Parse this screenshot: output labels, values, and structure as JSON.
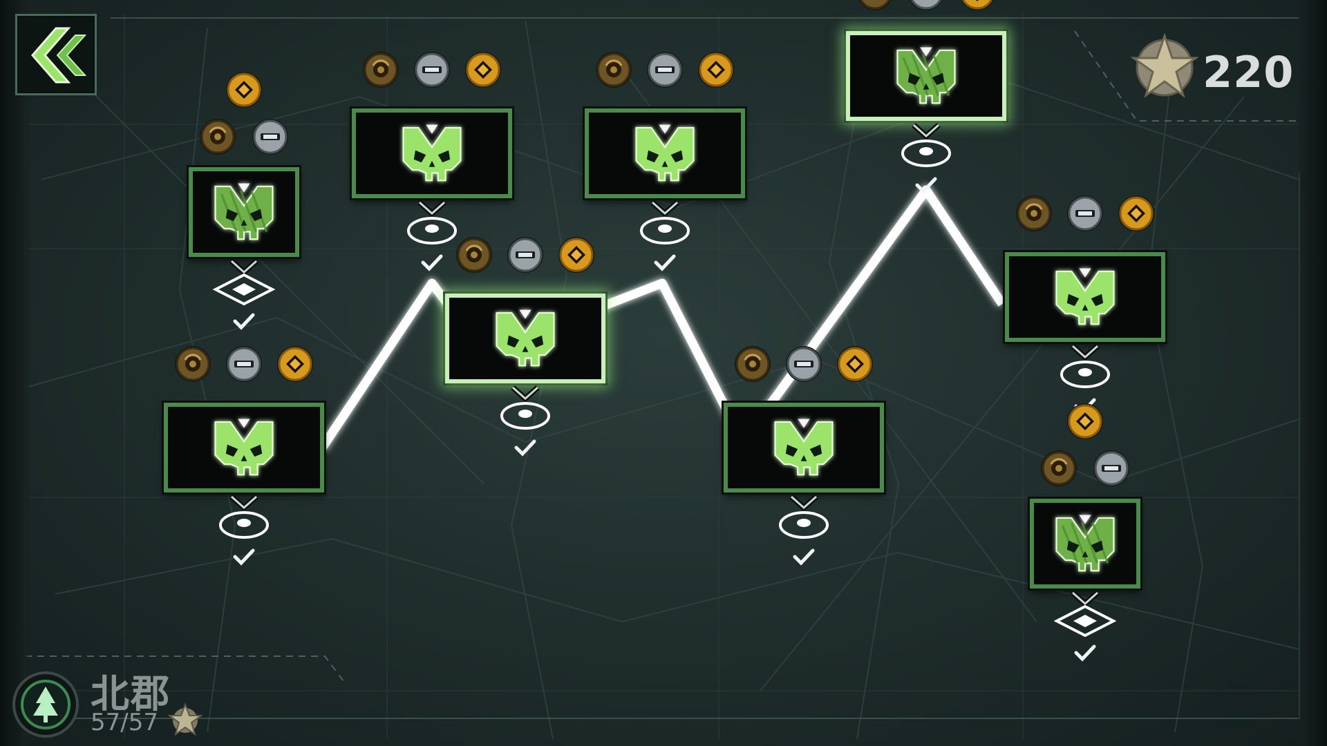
{
  "header": {
    "back_icon": "double-chevron-left-icon",
    "star_total": "220",
    "star_icon": "bronze-star-icon"
  },
  "region": {
    "name": "北郡",
    "progress": "57/57",
    "emblem_icon": "pine-tree-emblem-icon"
  },
  "colors": {
    "accent_green": "#9be36a",
    "panel_border": "#4c8a4c",
    "coin_gold": "#d89a1e",
    "coin_bronze": "#6e5526",
    "coin_silver": "#9aa3a8",
    "path_glow": "#ffffff"
  },
  "levels": [
    {
      "id": 1,
      "type": "elite",
      "state": "completed",
      "badges": [
        "gold-coin-icon",
        "bronze-coin-icon",
        "silver-coin-icon"
      ],
      "marker": "diamond"
    },
    {
      "id": 2,
      "type": "normal",
      "state": "completed",
      "badges": [
        "bronze-coin-icon",
        "silver-coin-icon",
        "gold-coin-icon"
      ],
      "marker": "ring"
    },
    {
      "id": 3,
      "type": "normal",
      "state": "completed",
      "badges": [
        "bronze-coin-icon",
        "silver-coin-icon",
        "gold-coin-icon"
      ],
      "marker": "ring"
    },
    {
      "id": 4,
      "type": "normal",
      "state": "active",
      "badges": [
        "bronze-coin-icon",
        "silver-coin-icon",
        "gold-coin-icon"
      ],
      "marker": "ring"
    },
    {
      "id": 5,
      "type": "normal",
      "state": "completed",
      "badges": [
        "bronze-coin-icon",
        "silver-coin-icon",
        "gold-coin-icon"
      ],
      "marker": "ring"
    },
    {
      "id": 6,
      "type": "normal",
      "state": "completed",
      "badges": [
        "bronze-coin-icon",
        "silver-coin-icon",
        "gold-coin-icon"
      ],
      "marker": "ring"
    },
    {
      "id": 7,
      "type": "normal",
      "state": "completed",
      "badges": [
        "bronze-coin-icon",
        "silver-coin-icon",
        "gold-coin-icon"
      ],
      "marker": "ring"
    },
    {
      "id": 8,
      "type": "elite",
      "state": "active",
      "badges": [
        "bronze-coin-icon",
        "silver-coin-icon",
        "gold-coin-icon"
      ],
      "marker": "ring"
    },
    {
      "id": 9,
      "type": "normal",
      "state": "completed",
      "badges": [
        "bronze-coin-icon",
        "silver-coin-icon",
        "gold-coin-icon"
      ],
      "marker": "ring"
    },
    {
      "id": 10,
      "type": "elite",
      "state": "completed",
      "badges": [
        "gold-coin-icon",
        "bronze-coin-icon",
        "silver-coin-icon"
      ],
      "marker": "diamond"
    }
  ]
}
